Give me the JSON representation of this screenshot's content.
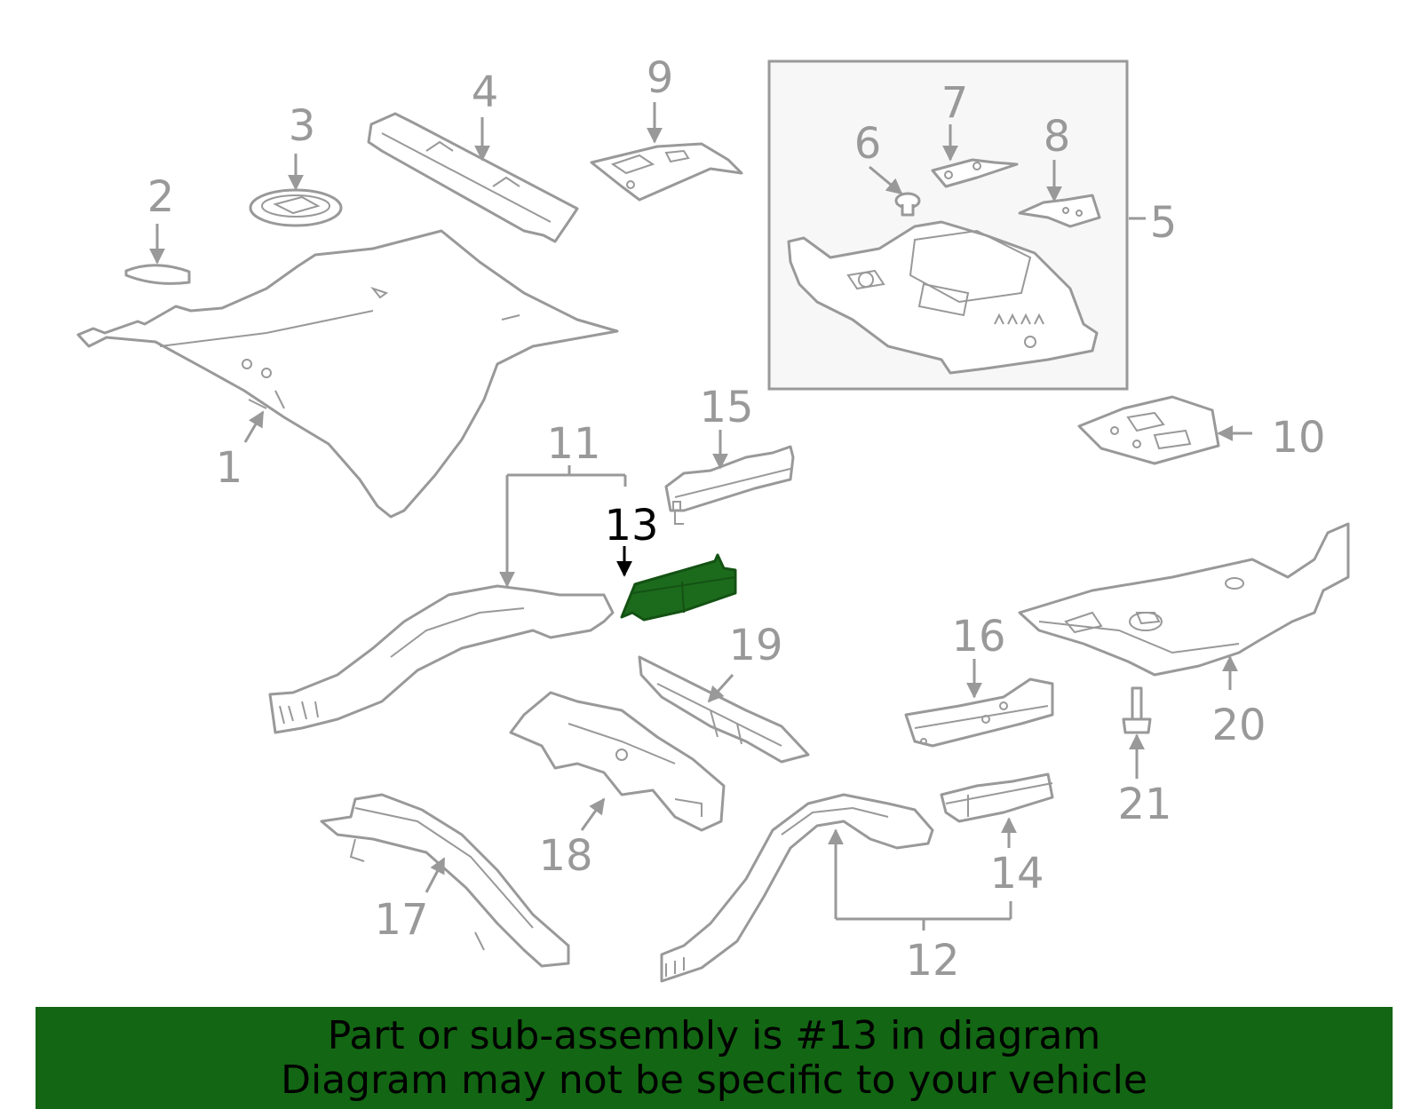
{
  "callouts": {
    "n1": "1",
    "n2": "2",
    "n3": "3",
    "n4": "4",
    "n5": "5",
    "n6": "6",
    "n7": "7",
    "n8": "8",
    "n9": "9",
    "n10": "10",
    "n11": "11",
    "n12": "12",
    "n13": "13",
    "n14": "14",
    "n15": "15",
    "n16": "16",
    "n17": "17",
    "n18": "18",
    "n19": "19",
    "n20": "20",
    "n21": "21"
  },
  "highlighted_part": "13",
  "colors": {
    "highlight": "#1c6b1c",
    "banner": "#136613",
    "line": "#999999"
  },
  "banner": {
    "line1": "Part or sub-assembly is #13 in diagram",
    "line2": "Diagram may not be specific to your vehicle"
  }
}
